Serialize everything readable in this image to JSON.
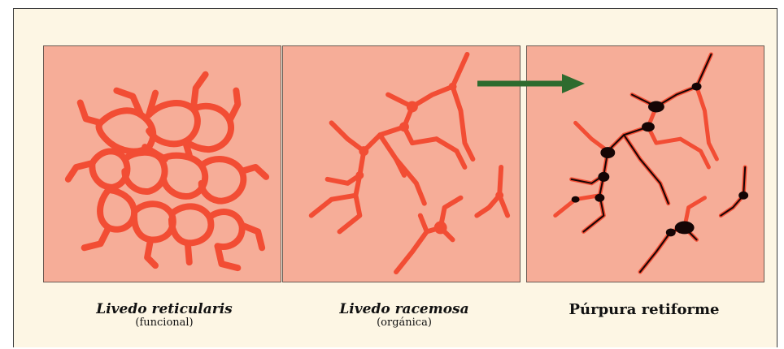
{
  "panels": [
    {
      "title": "Livedo reticularis",
      "subtitle": "(funcional)"
    },
    {
      "title": "Livedo racemosa",
      "subtitle": "(orgánica)"
    },
    {
      "title": "Púrpura retiforme",
      "subtitle": ""
    }
  ],
  "colors": {
    "background": "#fdf6e4",
    "skin": "#f6ad98",
    "vessel": "#f24d34",
    "necrosis": "#140505",
    "arrow": "#2e6b2e"
  },
  "icons": {
    "arrow": "right-arrow-icon"
  }
}
